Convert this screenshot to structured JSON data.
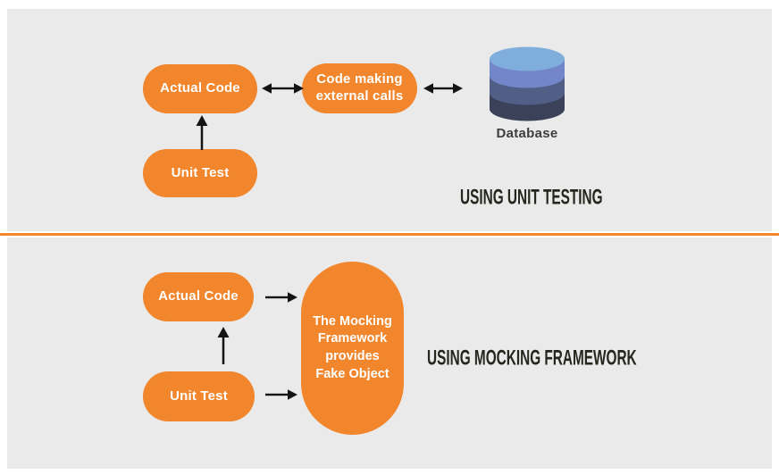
{
  "diagram": {
    "top_section": {
      "actual_code_label": "Actual Code",
      "unit_test_label": "Unit Test",
      "external_calls_label": "Code making external calls",
      "database_label": "Database",
      "heading": "USING UNIT TESTING"
    },
    "bottom_section": {
      "actual_code_label": "Actual Code",
      "unit_test_label": "Unit Test",
      "mocking_framework_label": "The Mocking Framework provides Fake Object",
      "heading": "USING MOCKING FRAMEWORK"
    },
    "colors": {
      "accent_orange": "#F1862D",
      "panel_background": "#EAEAEA",
      "arrow_black": "#141414",
      "heading_text": "#23271E",
      "pill_text": "#FFFFFF",
      "database_top": "#7FAEDC",
      "database_upper": "#7286C9",
      "database_mid": "#515E86",
      "database_lower": "#3A4158",
      "database_label": "#3D3D3D"
    },
    "icons": {
      "database": "database-icon",
      "arrow_up": "arrow-up-icon",
      "arrow_right": "arrow-right-icon",
      "arrow_both": "arrow-left-right-icon"
    }
  }
}
